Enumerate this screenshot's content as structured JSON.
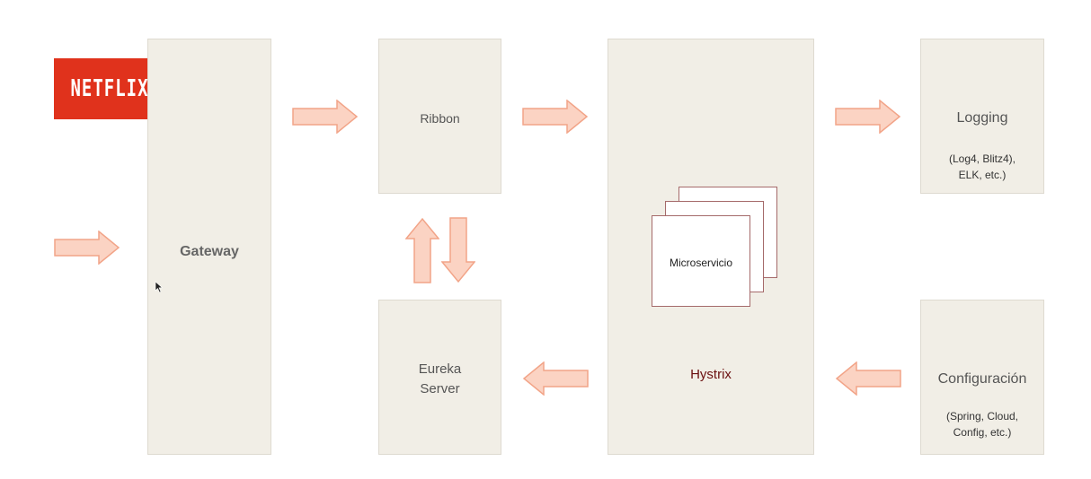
{
  "logo": {
    "text": "NETFLIX",
    "color": "#e0321c"
  },
  "boxes": {
    "gateway": {
      "label": "Gateway"
    },
    "ribbon": {
      "label": "Ribbon"
    },
    "eureka": {
      "label_line1": "Eureka",
      "label_line2": "Server"
    },
    "hystrix": {
      "label": "Hystrix"
    },
    "microservice": {
      "label": "Microservicio"
    },
    "logging": {
      "label": "Logging",
      "sub_line1": "(Log4, Blitz4),",
      "sub_line2": "ELK, etc.)"
    },
    "config": {
      "label": "Configuración",
      "sub_line1": "(Spring, Cloud,",
      "sub_line2": "Config, etc.)"
    }
  },
  "colors": {
    "box_fill": "#f1eee6",
    "arrow_fill": "#fbd3c3",
    "arrow_stroke": "#f2a488",
    "hystrix_text": "#6b1010"
  }
}
